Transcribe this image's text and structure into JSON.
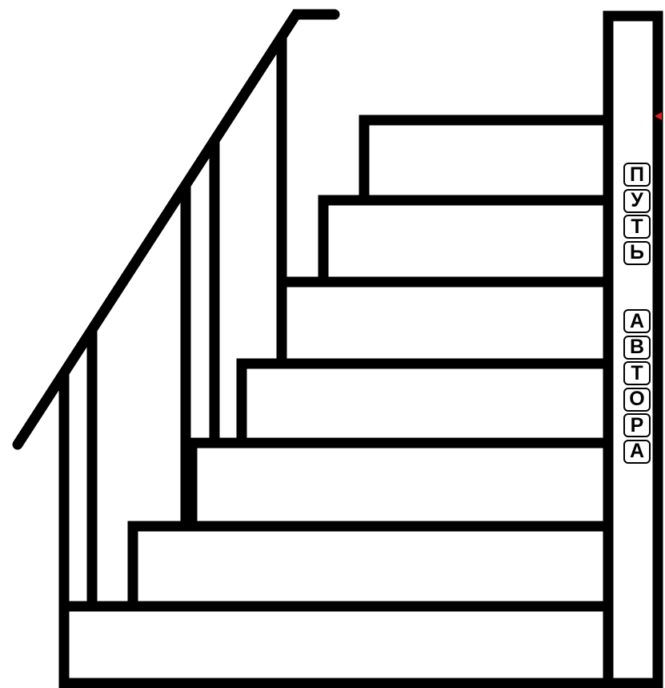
{
  "label": {
    "word1": [
      "П",
      "У",
      "Т",
      "Ь"
    ],
    "word2": [
      "А",
      "В",
      "Т",
      "О",
      "Р",
      "А"
    ]
  },
  "colors": {
    "line": "#000000",
    "background": "#ffffff",
    "marker": "#e02020"
  }
}
